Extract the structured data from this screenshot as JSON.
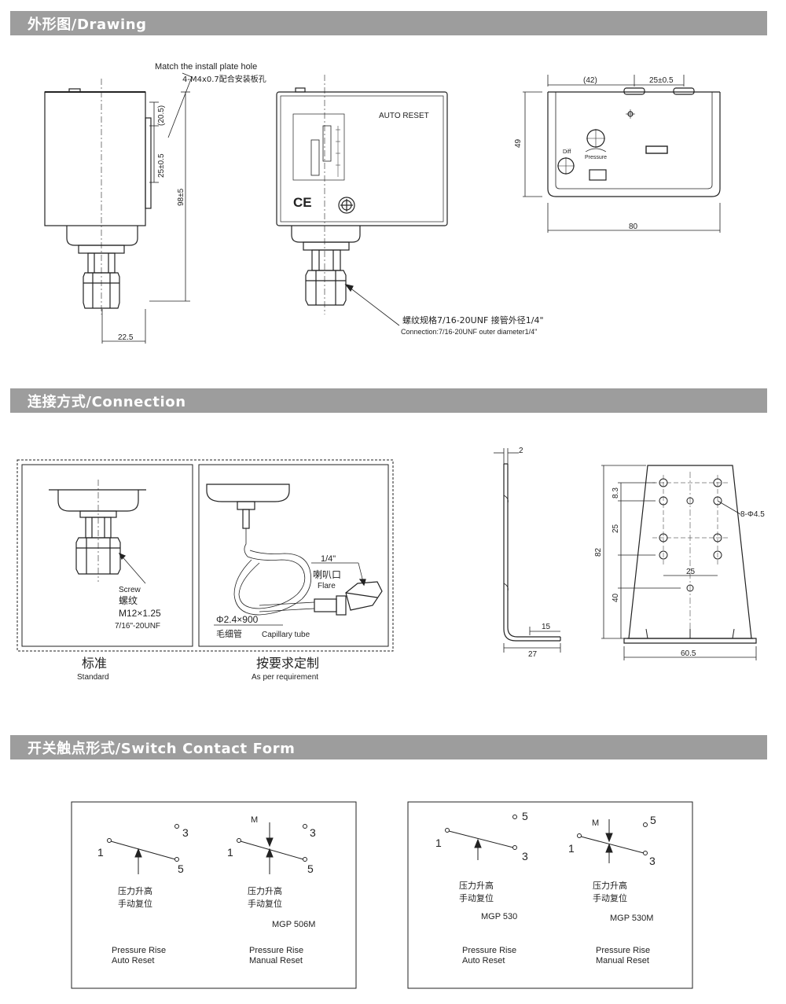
{
  "sections": {
    "drawing": "外形图/Drawing",
    "connection": "连接方式/Connection",
    "contact": "开关触点形式/Switch Contact Form"
  },
  "drawing": {
    "plate_note_en": "Match the install plate hole",
    "plate_note_cn": "4-M4x0.7配合安装板孔",
    "dim_20_5": "(20.5)",
    "dim_25_05": "25±0.5",
    "dim_98": "98±5",
    "dim_22_5": "22.5",
    "auto_reset": "AUTO RESET",
    "ce": "CE",
    "conn_cn": "螺纹规格7/16-20UNF 接管外径1/4\"",
    "conn_en": "Connection:7/16-20UNF outer diameter1/4\"",
    "dim_42": "(42)",
    "dim_25_top": "25±0.5",
    "dim_49": "49",
    "dim_80": "80",
    "diff": "Diff",
    "pressure": "Pressure"
  },
  "connection": {
    "screw_en": "Screw",
    "screw_cn": "螺纹",
    "thread1": "M12×1.25",
    "thread2": "7/16\"-20UNF",
    "flare_size": "1/4\"",
    "flare_cn": "喇叭口",
    "flare_en": "Flare",
    "cap_size": "Φ2.4×900",
    "cap_cn": "毛细管",
    "cap_en": "Capillary tube",
    "std_cn": "标准",
    "std_en": "Standard",
    "req_cn": "按要求定制",
    "req_en": "As per requirement",
    "b_2": "2",
    "b_15": "15",
    "b_27": "27",
    "b_8_3": "8.3",
    "b_25v": "25",
    "b_82": "82",
    "b_40": "40",
    "b_25h": "25",
    "b_60_5": "60.5",
    "b_holes": "8-Φ4.5"
  },
  "contact": {
    "rise_cn": "压力升高",
    "auto_cn": "手动复位",
    "manual_cn": "手动复位",
    "m": "M",
    "t1": "1",
    "t3": "3",
    "t5": "5",
    "model_506m": "MGP 506M",
    "model_530": "MGP 530",
    "model_530m": "MGP 530M",
    "pr": "Pressure Rise",
    "ar": "Auto Reset",
    "mr": "Manual Reset"
  }
}
